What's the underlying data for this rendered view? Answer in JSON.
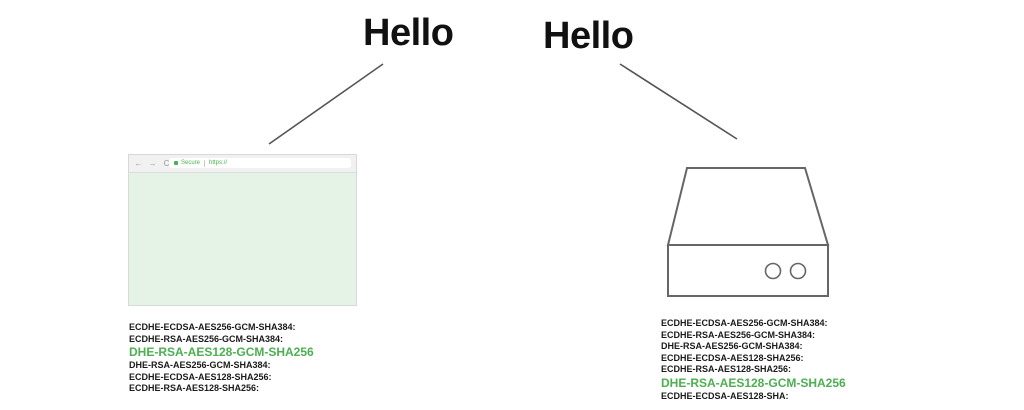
{
  "client": {
    "greeting": "Hello",
    "browser": {
      "secure_label": "Secure",
      "url_text": "https://",
      "nav_back": "←",
      "nav_forward": "→",
      "nav_reload": "C"
    },
    "ciphers": [
      {
        "text": "ECDHE-ECDSA-AES256-GCM-SHA384:",
        "highlight": false
      },
      {
        "text": "ECDHE-RSA-AES256-GCM-SHA384:",
        "highlight": false
      },
      {
        "text": "DHE-RSA-AES128-GCM-SHA256",
        "highlight": true
      },
      {
        "text": "DHE-RSA-AES256-GCM-SHA384:",
        "highlight": false
      },
      {
        "text": "ECDHE-ECDSA-AES128-SHA256:",
        "highlight": false
      },
      {
        "text": "ECDHE-RSA-AES128-SHA256:",
        "highlight": false
      }
    ]
  },
  "server": {
    "greeting": "Hello",
    "ciphers": [
      {
        "text": "ECDHE-ECDSA-AES256-GCM-SHA384:",
        "highlight": false
      },
      {
        "text": "ECDHE-RSA-AES256-GCM-SHA384:",
        "highlight": false
      },
      {
        "text": "DHE-RSA-AES256-GCM-SHA384:",
        "highlight": false
      },
      {
        "text": "ECDHE-ECDSA-AES128-SHA256:",
        "highlight": false
      },
      {
        "text": "ECDHE-RSA-AES128-SHA256:",
        "highlight": false
      },
      {
        "text": "DHE-RSA-AES128-GCM-SHA256",
        "highlight": true
      },
      {
        "text": "ECDHE-ECDSA-AES128-SHA:",
        "highlight": false
      }
    ]
  },
  "colors": {
    "highlight": "#4caf50",
    "browser_fill": "#e4f3e5",
    "line": "#555555"
  }
}
